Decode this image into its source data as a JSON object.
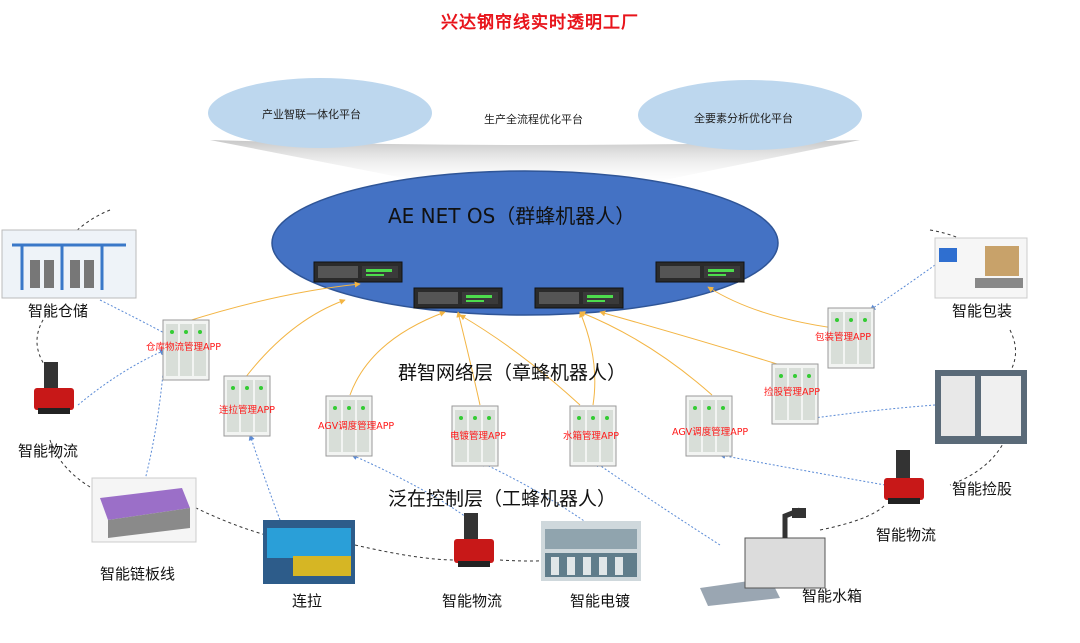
{
  "title": "兴达钢帘线实时透明工厂",
  "platforms": {
    "left": "产业智联一体化平台",
    "center": "生产全流程优化平台",
    "right": "全要素分析优化平台"
  },
  "os": {
    "title": "AE NET OS（群蜂机器人）"
  },
  "layers": {
    "network": "群智网络层（章蜂机器人）",
    "control": "泛在控制层（工蜂机器人）"
  },
  "apps": {
    "warehouse": "仓库物流管理APP",
    "drawing": "连拉管理APP",
    "agv1": "AGV调度管理APP",
    "plating": "电镀管理APP",
    "water": "水箱管理APP",
    "agv2": "AGV调度管理APP",
    "sorting": "捡股管理APP",
    "packing": "包装管理APP"
  },
  "nodes": {
    "warehouse": "智能仓储",
    "logistics_left": "智能物流",
    "chain_line": "智能链板线",
    "drawing": "连拉",
    "logistics_bottom": "智能物流",
    "plating": "智能电镀",
    "water_tank": "智能水箱",
    "logistics_right": "智能物流",
    "sorting": "智能捡股",
    "packing": "智能包装"
  },
  "colors": {
    "title": "#e8141b",
    "os_ellipse": "#4472c4",
    "cloud": "#bdd7ee",
    "app_text": "#ff1a1a",
    "link_orange": "#f3b544",
    "link_blue": "#5b8bd6"
  }
}
